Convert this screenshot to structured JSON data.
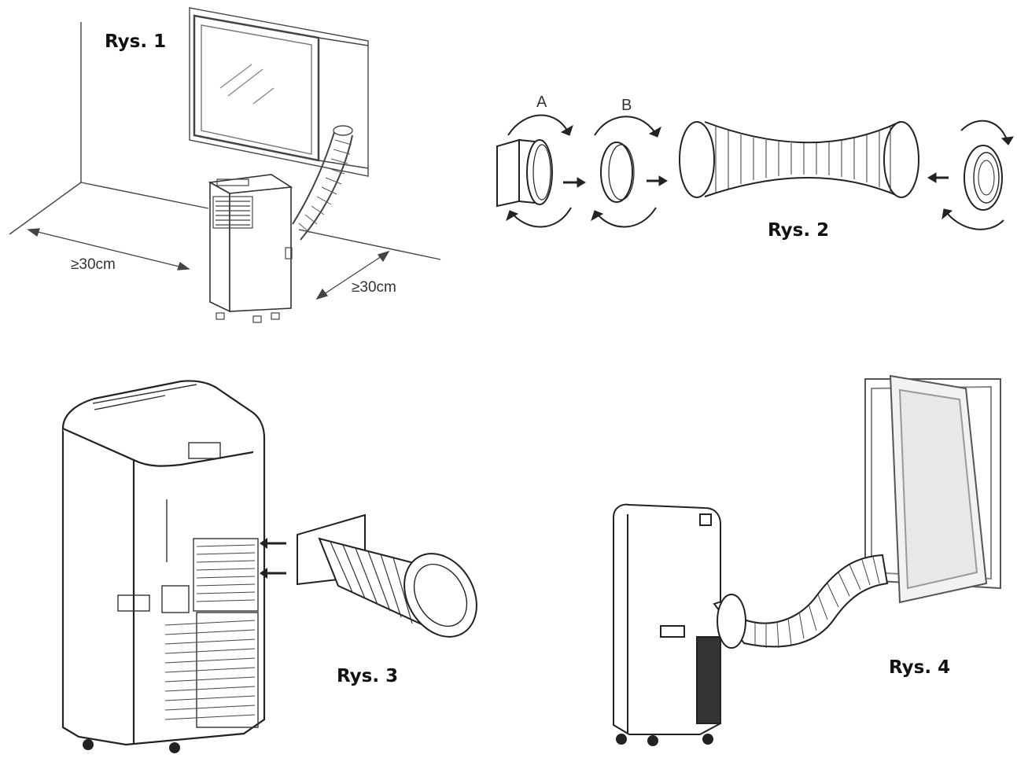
{
  "figures": {
    "fig1": {
      "label": "Rys. 1",
      "clearance_left": "≥30cm",
      "clearance_right": "≥30cm"
    },
    "fig2": {
      "label": "Rys. 2",
      "part_a": "A",
      "part_b": "B"
    },
    "fig3": {
      "label": "Rys. 3"
    },
    "fig4": {
      "label": "Rys. 4"
    }
  },
  "colors": {
    "line": "#222222",
    "light_line": "#888888",
    "background": "#ffffff"
  }
}
